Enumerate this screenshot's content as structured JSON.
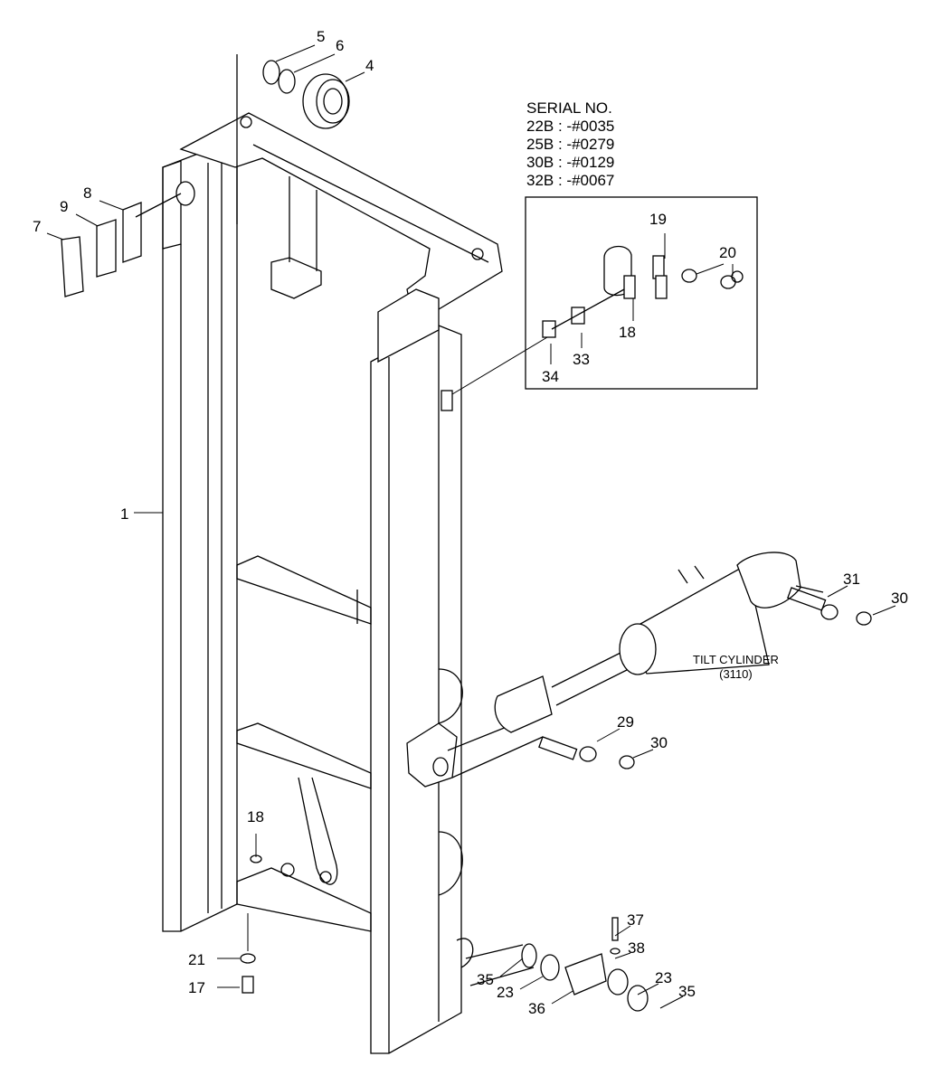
{
  "serial": {
    "title": "SERIAL NO.",
    "lines": [
      "22B : -#0035",
      "25B : -#0279",
      "30B : -#0129",
      "32B : -#0067"
    ]
  },
  "tilt_cylinder": {
    "name": "TILT CYLINDER",
    "code": "(3110)"
  },
  "callouts": [
    "5",
    "6",
    "4",
    "8",
    "9",
    "7",
    "1",
    "19",
    "20",
    "18",
    "33",
    "34",
    "31",
    "30",
    "29",
    "30",
    "18",
    "21",
    "17",
    "37",
    "38",
    "35",
    "23",
    "23",
    "35",
    "36"
  ]
}
